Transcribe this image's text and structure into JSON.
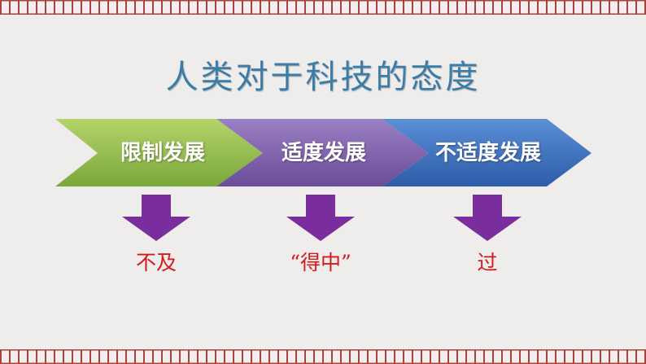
{
  "title": "人类对于科技的态度",
  "stages": [
    {
      "label": "限制发展",
      "color_top": "#b5d36a",
      "color_bottom": "#79a83a",
      "result": "不及"
    },
    {
      "label": "适度发展",
      "color_top": "#9a80c4",
      "color_bottom": "#6a4c98",
      "result": "“得中”"
    },
    {
      "label": "不适度发展",
      "color_top": "#5a8fd6",
      "color_bottom": "#2d5ca8",
      "result": "过"
    }
  ],
  "colors": {
    "background": "#efecec",
    "title": "#3a7ea8",
    "arrow": "#7a2e9e",
    "result_text": "#d41b1b",
    "band": "#a8423a"
  }
}
